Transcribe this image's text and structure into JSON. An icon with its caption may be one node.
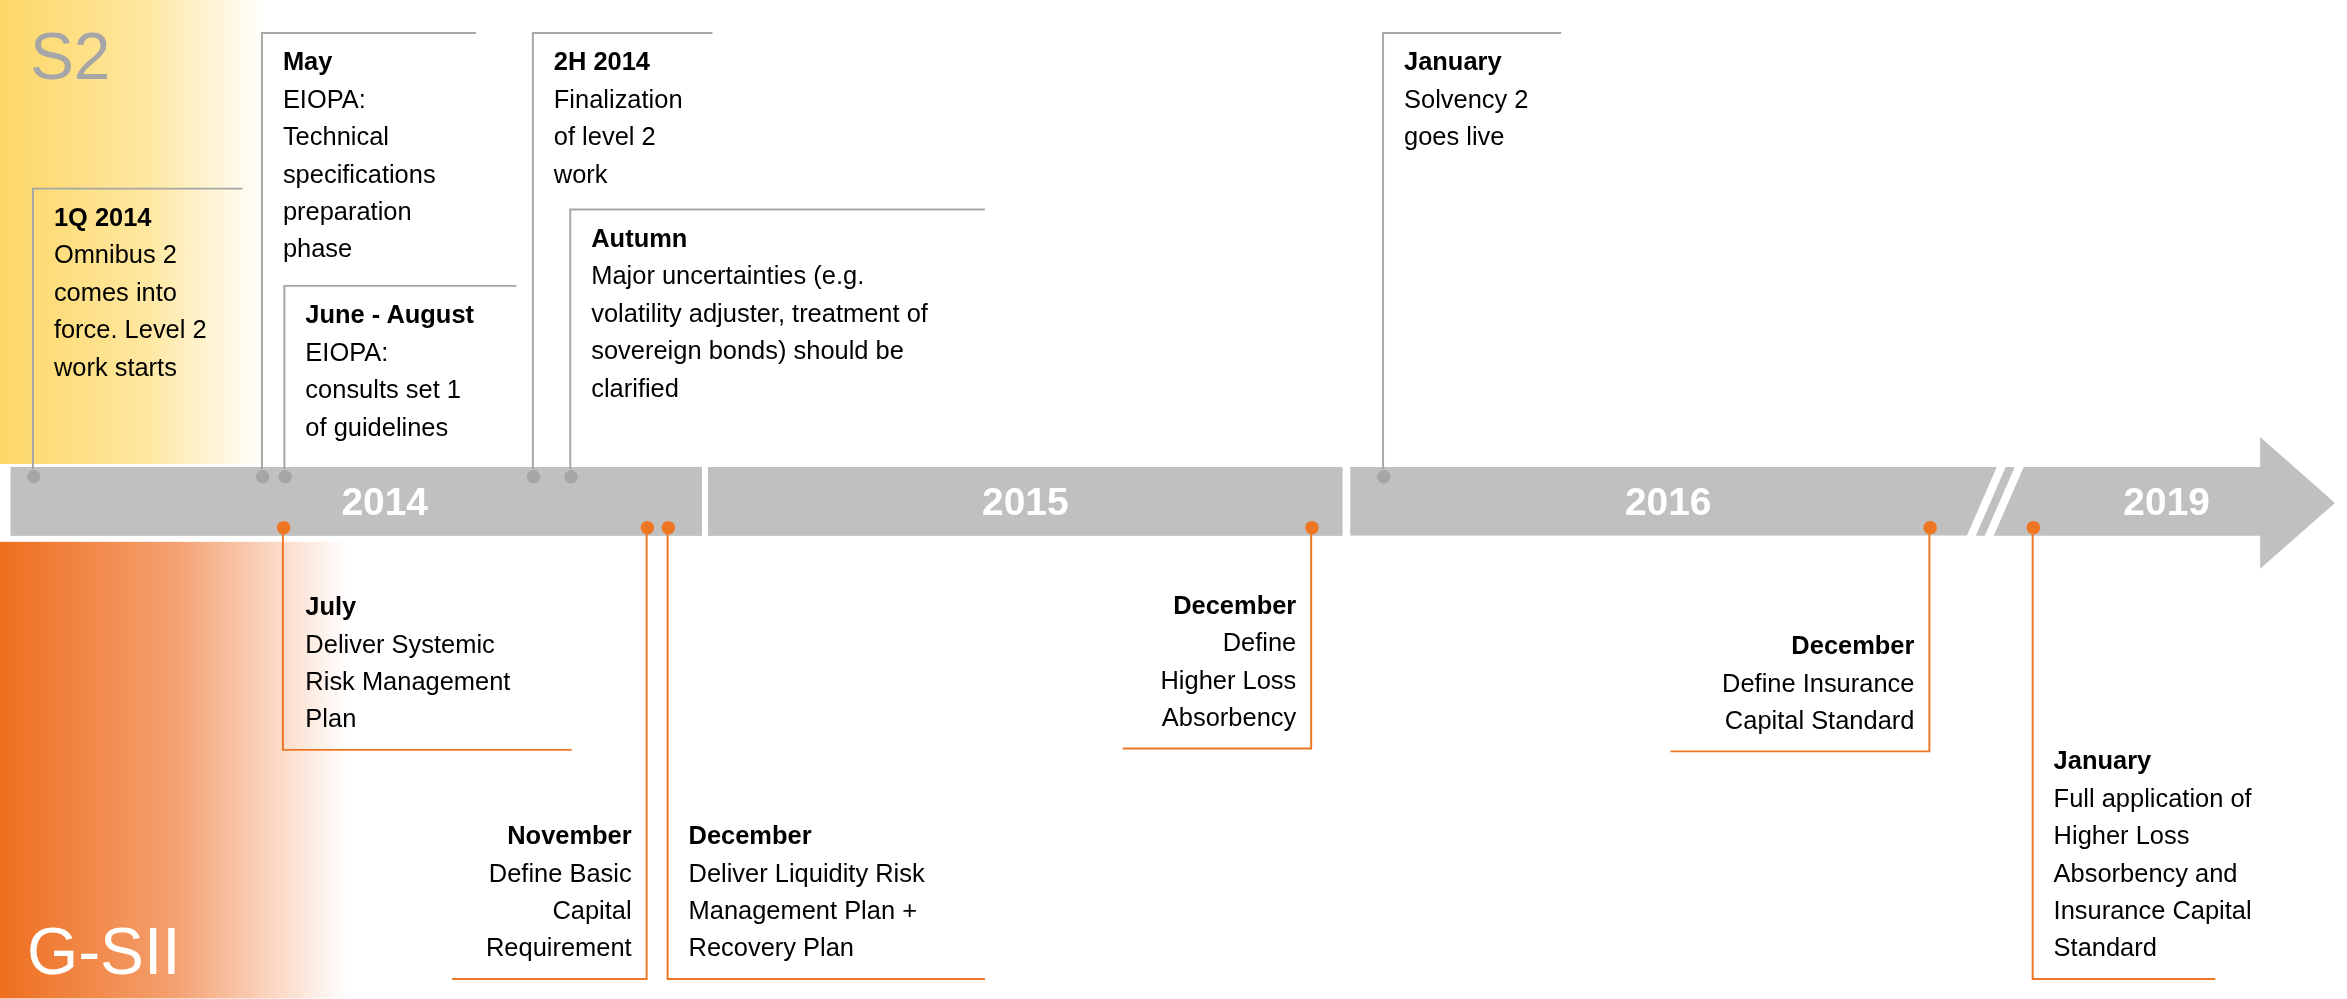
{
  "diagram": {
    "nodes": [
      {
        "text": [
          "S2"
        ]
      },
      {
        "text": [
          "1Q 2014",
          "Omnibus 2 comes into force. Level 2 work starts"
        ],
        "in": 0
      },
      {
        "text": [
          "May",
          "EIOPA: Technical specifications preparation phase"
        ]
      },
      {
        "text": [
          "June - August",
          "EIOPA: consults set 1 of guidelines"
        ]
      },
      {
        "text": [
          "2H 2014",
          "Finalization of level 2 work"
        ]
      },
      {
        "text": [
          "Autumn",
          "Major uncertainties (e.g. volatility adjuster, treatment of sovereign bonds) should be clarified"
        ]
      },
      {
        "text": [
          "January",
          "Solvency 2 goes live"
        ]
      },
      {
        "text": [
          "2014"
        ]
      },
      {
        "text": [
          "2015"
        ]
      },
      {
        "text": [
          "2016"
        ]
      },
      {
        "text": [
          "2019"
        ]
      },
      {
        "text": [
          "G-SII"
        ]
      },
      {
        "text": [
          "July",
          "Deliver Systemic Risk Management Plan"
        ]
      },
      {
        "text": [
          "November",
          "Define Basic Capital Requirement"
        ]
      },
      {
        "text": [
          "December",
          "Deliver Liquidity Risk Management Plan + Recovery Plan"
        ]
      },
      {
        "text": [
          "December",
          "Define Higher Loss Absorbency"
        ]
      },
      {
        "text": [
          "December",
          "Define Insurance Capital Standard"
        ]
      },
      {
        "text": [
          "January",
          "Full application of Higher Loss Absorbency and Insurance Capital Standard"
        ]
      },
      {
        "text": [],
        "shape": "circle",
        "in": 7
      },
      {
        "text": [],
        "shape": "circle",
        "in": 7
      },
      {
        "text": [],
        "shape": "circle",
        "in": 7
      },
      {
        "text": [],
        "shape": "circle",
        "in": 7
      },
      {
        "text": [],
        "shape": "circle",
        "in": 7
      },
      {
        "text": [],
        "shape": "circle",
        "in": 9
      },
      {
        "text": [],
        "shape": "circle",
        "in": 7
      },
      {
        "text": [],
        "shape": "circle",
        "in": 7
      },
      {
        "text": [],
        "shape": "circle",
        "in": 7
      },
      {
        "text": [],
        "shape": "circle",
        "in": 8
      },
      {
        "text": [],
        "shape": "circle",
        "in": 9
      },
      {
        "text": [],
        "shape": "circle",
        "in": 10
      }
    ],
    "edges": [
      {
        "from": 1,
        "to": 18,
        "arrow": "none",
        "color": "#a6a6a6"
      },
      {
        "from": 2,
        "to": 19,
        "arrow": "none",
        "color": "#a6a6a6"
      },
      {
        "from": 3,
        "to": 20,
        "arrow": "none",
        "color": "#a6a6a6"
      },
      {
        "from": 4,
        "to": 21,
        "arrow": "none",
        "color": "#a6a6a6"
      },
      {
        "from": 5,
        "to": 22,
        "arrow": "none",
        "color": "#a6a6a6"
      },
      {
        "from": 6,
        "to": 23,
        "arrow": "none",
        "color": "#a6a6a6"
      },
      {
        "from": 12,
        "to": 24,
        "arrow": "none",
        "color": "#ee7623"
      },
      {
        "from": 13,
        "to": 25,
        "arrow": "none",
        "color": "#ee7623"
      },
      {
        "from": 14,
        "to": 26,
        "arrow": "none",
        "color": "#ee7623"
      },
      {
        "from": 15,
        "to": 27,
        "arrow": "none",
        "color": "#ee7623"
      },
      {
        "from": 16,
        "to": 28,
        "arrow": "none",
        "color": "#ee7623"
      },
      {
        "from": 17,
        "to": 29,
        "arrow": "none",
        "color": "#ee7623"
      }
    ]
  }
}
